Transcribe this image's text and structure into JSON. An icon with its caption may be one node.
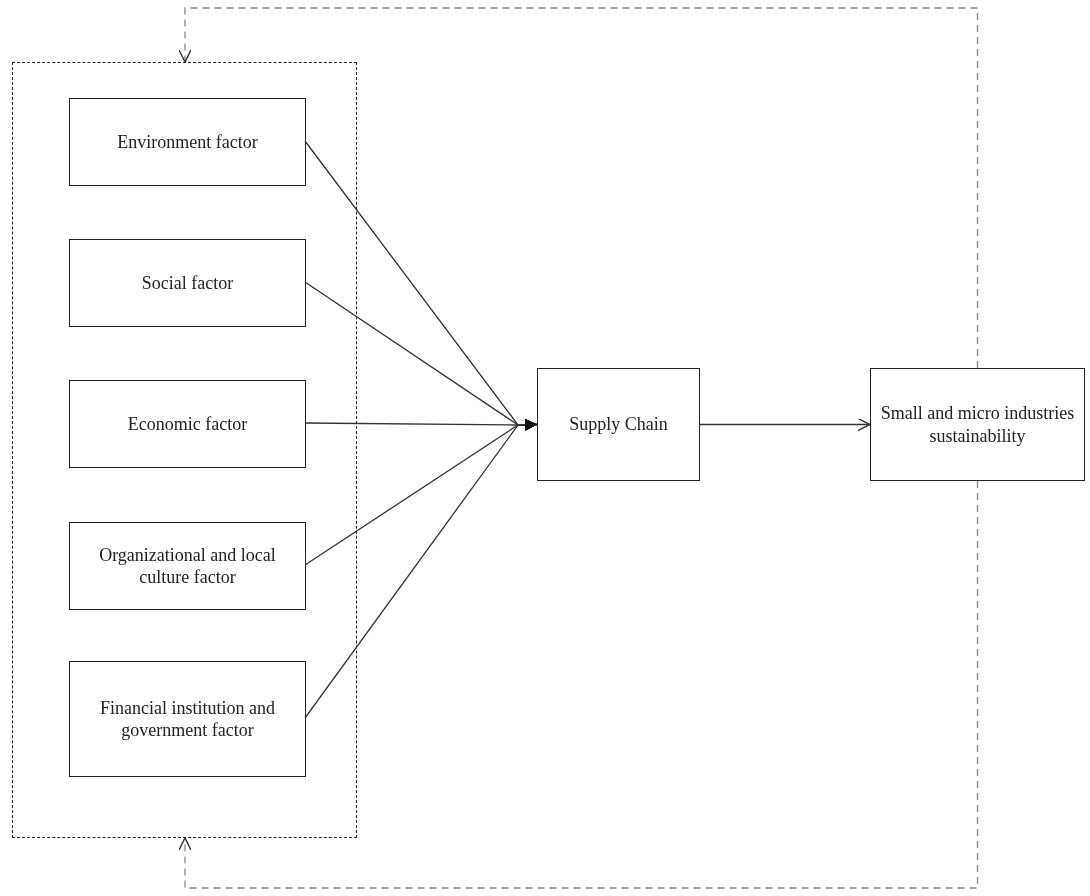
{
  "diagram": {
    "nodes": [
      {
        "text": [],
        "shape": "box"
      },
      {
        "text": [
          "Environment factor"
        ],
        "in": 0
      },
      {
        "text": [
          "Social factor"
        ],
        "in": 0
      },
      {
        "text": [
          "Economic factor"
        ],
        "in": 0
      },
      {
        "text": [
          "Organizational and local culture factor"
        ],
        "in": 0
      },
      {
        "text": [
          "Financial institution and government factor"
        ],
        "in": 0
      },
      {
        "text": [
          "Supply Chain"
        ]
      },
      {
        "text": [
          "Small and micro industries sustainability"
        ]
      }
    ],
    "edges": [
      {
        "from": 1,
        "to": 6,
        "arrow": "to"
      },
      {
        "from": 2,
        "to": 6,
        "arrow": "to"
      },
      {
        "from": 3,
        "to": 6,
        "arrow": "to"
      },
      {
        "from": 4,
        "to": 6,
        "arrow": "to"
      },
      {
        "from": 5,
        "to": 6,
        "arrow": "to"
      },
      {
        "from": 6,
        "to": 7,
        "arrow": "to"
      },
      {
        "from": 7,
        "to": 0,
        "arrow": "to",
        "style": "dashed",
        "color": "#888888"
      },
      {
        "from": 7,
        "to": 0,
        "arrow": "to",
        "style": "dashed",
        "color": "#888888"
      }
    ]
  }
}
